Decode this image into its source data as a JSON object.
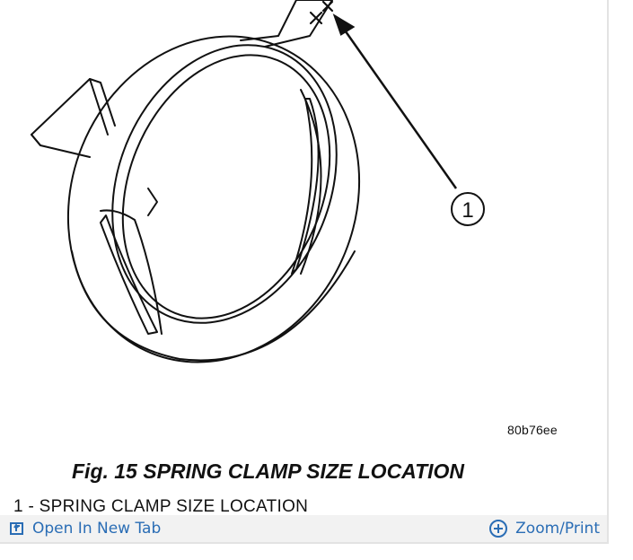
{
  "figure": {
    "code": "80b76ee",
    "callout": "1",
    "caption": "Fig. 15 SPRING CLAMP SIZE LOCATION",
    "legend": "1 - SPRING CLAMP SIZE LOCATION"
  },
  "toolbar": {
    "open_new_tab_label": "Open In New Tab",
    "zoom_print_label": "Zoom/Print",
    "open_icon": "open-in-new-tab-icon",
    "zoom_icon": "plus-circle-icon",
    "accent_color": "#2a6db5"
  }
}
